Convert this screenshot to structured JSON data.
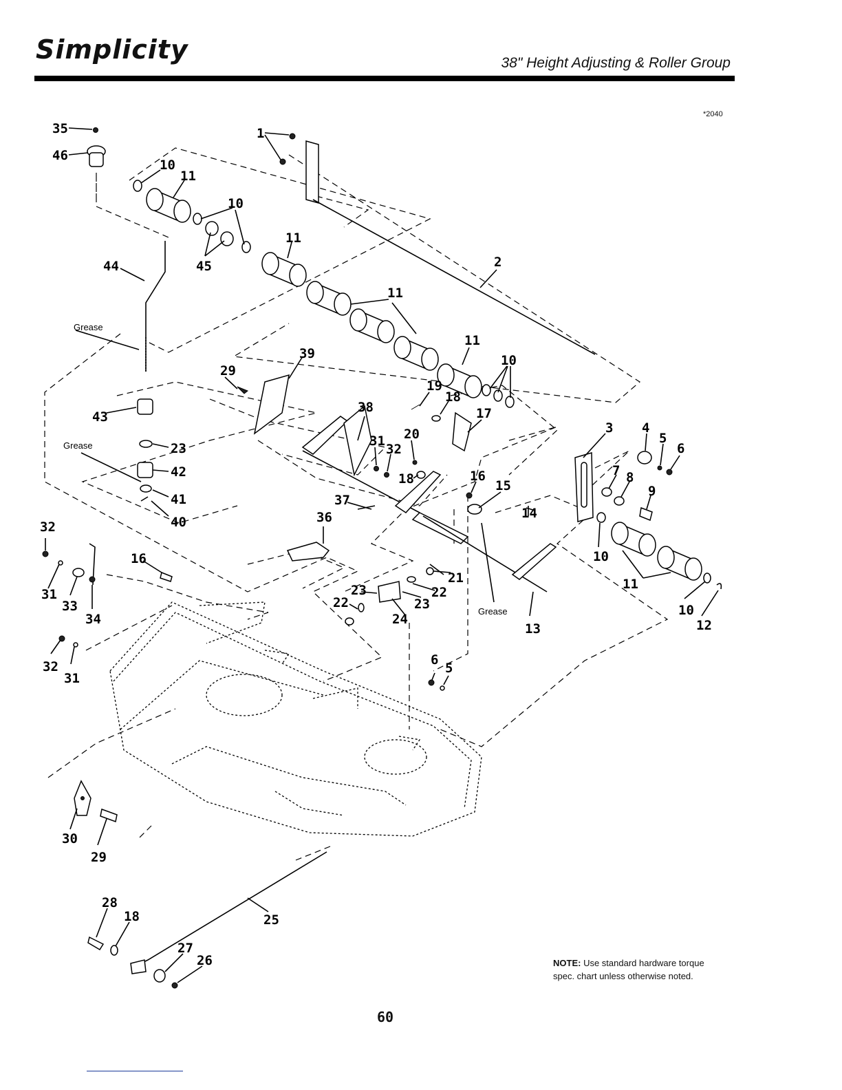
{
  "header": {
    "brand": "Simplicity",
    "section_title": "38\" Height Adjusting & Roller Group",
    "figure_number": "*2040"
  },
  "note": {
    "label": "NOTE:",
    "text": "Use standard hardware torque spec. chart unless otherwise noted."
  },
  "page_number": "60",
  "grease_labels": [
    "Grease",
    "Grease",
    "Grease"
  ],
  "callouts": {
    "c35": "35",
    "c46": "46",
    "c1": "1",
    "c10a": "10",
    "c11a": "11",
    "c10b": "10",
    "c45": "45",
    "c11b": "11",
    "c44": "44",
    "c2": "2",
    "c11c": "11",
    "c11d": "11",
    "c10c": "10",
    "c39": "39",
    "c29a": "29",
    "c19": "19",
    "c18a": "18",
    "c17": "17",
    "c38": "38",
    "c31a": "31",
    "c32a": "32",
    "c20": "20",
    "c18b": "18",
    "c43": "43",
    "c23a": "23",
    "c42": "42",
    "c41": "41",
    "c40": "40",
    "c3": "3",
    "c4": "4",
    "c5a": "5",
    "c6a": "6",
    "c7": "7",
    "c8": "8",
    "c9": "9",
    "c16a": "16",
    "c15": "15",
    "c37": "37",
    "c36": "36",
    "c14": "14",
    "c10d": "10",
    "c11e": "11",
    "c32b": "32",
    "c16b": "16",
    "c31b": "31",
    "c33": "33",
    "c34": "34",
    "c21": "21",
    "c23b": "23",
    "c22a": "22",
    "c22b": "22",
    "c23c": "23",
    "c24": "24",
    "c13": "13",
    "c10e": "10",
    "c12": "12",
    "c32c": "32",
    "c31c": "31",
    "c6b": "6",
    "c5b": "5",
    "c30": "30",
    "c29b": "29",
    "c28": "28",
    "c18c": "18",
    "c25": "25",
    "c27": "27",
    "c26": "26"
  }
}
